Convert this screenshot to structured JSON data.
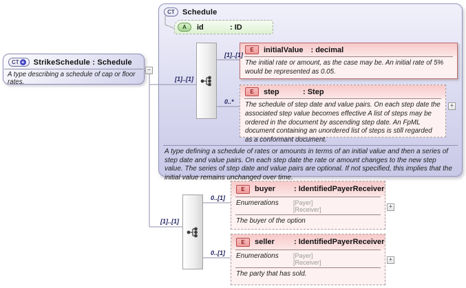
{
  "left_box": {
    "badge": "CT",
    "title": "StrikeSchedule : Schedule",
    "description": "A type describing a schedule of cap or floor rates."
  },
  "container": {
    "badge": "CT",
    "title": "Schedule",
    "attribute": {
      "badge": "A",
      "name": "id",
      "type": ": ID"
    },
    "description": "A type defining a schedule of rates or amounts in terms of an initial value and then a series of step date and value pairs. On each step date the rate or amount changes to the new step value. The series of step date and value pairs are optional. If not specified, this implies that the initial value remains unchanged over time."
  },
  "elements": {
    "initial_value": {
      "badge": "E",
      "name": "initialValue",
      "type": ": decimal",
      "description": "The initial rate or amount, as the case may be. An initial rate of 5% would be represented as 0.05."
    },
    "step": {
      "badge": "E",
      "name": "step",
      "type": ": Step",
      "description": "The schedule of step date and value pairs. On each step date the associated step value becomes effective A list of steps may be ordered in the document by ascending step date. An FpML document containing an unordered list of steps is still regarded as a conformant document."
    },
    "buyer": {
      "badge": "E",
      "name": "buyer",
      "type": ": IdentifiedPayerReceiver",
      "enumerations_label": "Enumerations",
      "enum_values": [
        "[Payer]",
        "[Receiver]"
      ],
      "description": "The buyer of the option"
    },
    "seller": {
      "badge": "E",
      "name": "seller",
      "type": ": IdentifiedPayerReceiver",
      "enumerations_label": "Enumerations",
      "enum_values": [
        "[Payer]",
        "[Receiver]"
      ],
      "description": "The party that has sold."
    }
  },
  "cardinalities": {
    "to_schedule_sequence": "[1]..[1]",
    "to_initial_value": "[1]..[1]",
    "to_step": "0..*",
    "to_bottom_sequence": "[1]..[1]",
    "to_buyer": "0..[1]",
    "to_seller": "0..[1]"
  },
  "buttons": {
    "collapse": "−",
    "expand": "+"
  },
  "colors": {
    "container_fill": "#d9d9f0",
    "element_header": "#f7c9c9",
    "attribute_fill": "#dcf1d2",
    "element_border": "#bc6a6a",
    "accent_blue": "#4343c8"
  }
}
